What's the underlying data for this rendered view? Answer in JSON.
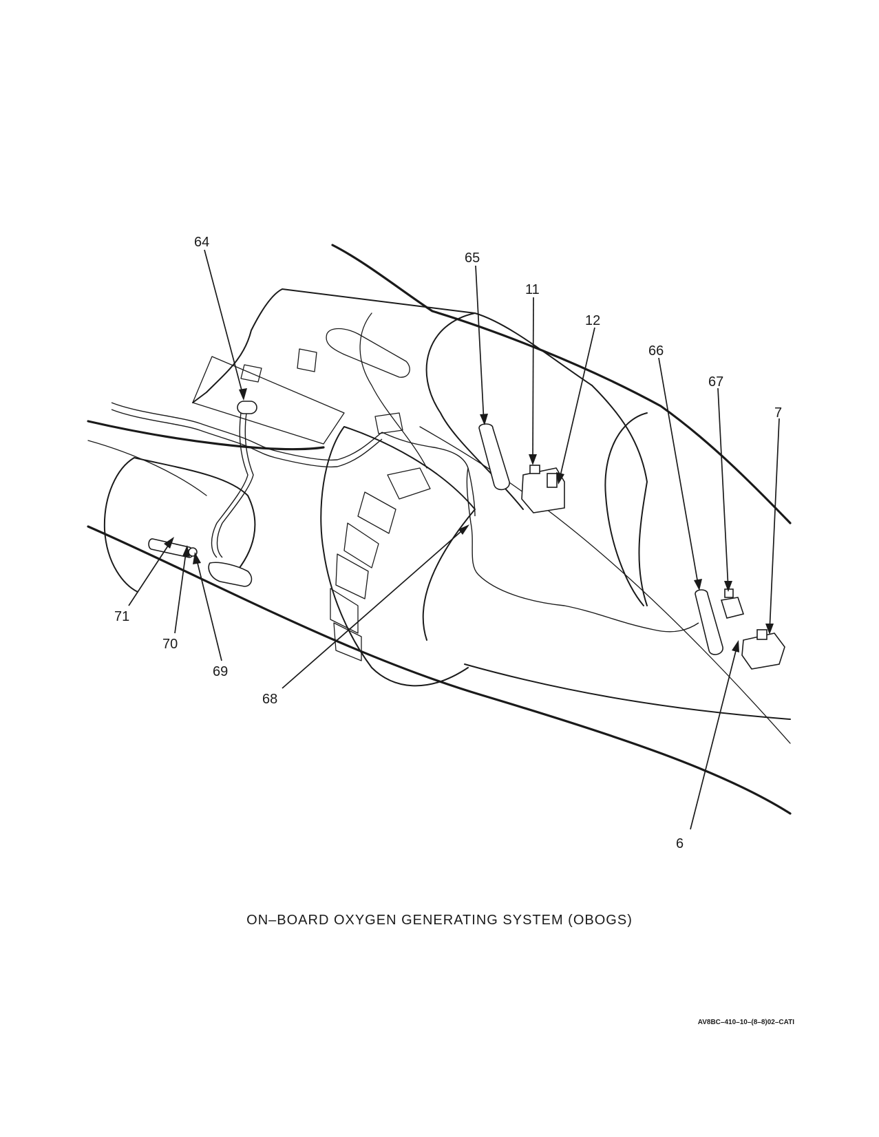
{
  "figure": {
    "caption": "ON–BOARD OXYGEN GENERATING SYSTEM (OBOGS)",
    "drawing_id": "AV8BC–410–10–(8–8)02–CATI"
  },
  "callouts": [
    {
      "id": "64",
      "label": "64"
    },
    {
      "id": "65",
      "label": "65"
    },
    {
      "id": "11",
      "label": "11"
    },
    {
      "id": "12",
      "label": "12"
    },
    {
      "id": "66",
      "label": "66"
    },
    {
      "id": "67",
      "label": "67"
    },
    {
      "id": "7",
      "label": "7"
    },
    {
      "id": "71",
      "label": "71"
    },
    {
      "id": "70",
      "label": "70"
    },
    {
      "id": "69",
      "label": "69"
    },
    {
      "id": "68",
      "label": "68"
    },
    {
      "id": "6",
      "label": "6"
    }
  ]
}
